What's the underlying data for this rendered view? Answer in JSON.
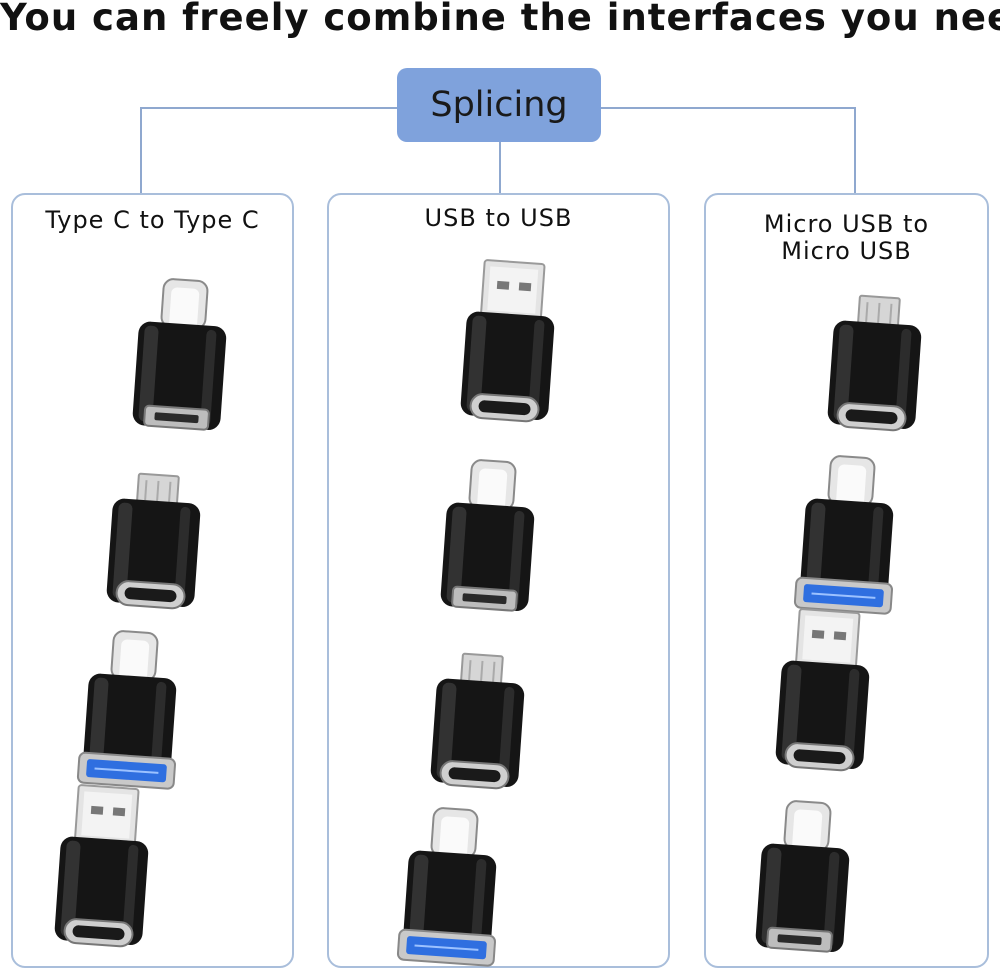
{
  "headline": "You can freely combine the interfaces you need",
  "root": {
    "label": "Splicing"
  },
  "columns": [
    {
      "title": "Type C to Type C",
      "adapters": [
        {
          "plug": "usbc",
          "port": "micro",
          "tilt": 4
        },
        {
          "plug": "micro",
          "port": "usbc",
          "tilt": 4
        },
        {
          "plug": "usbc",
          "port": "usba",
          "tilt": 4
        },
        {
          "plug": "usba",
          "port": "usbc",
          "tilt": 4
        }
      ]
    },
    {
      "title": "USB to USB",
      "adapters": [
        {
          "plug": "usba",
          "port": "usbc",
          "tilt": 4
        },
        {
          "plug": "usbc",
          "port": "micro",
          "tilt": 4
        },
        {
          "plug": "micro",
          "port": "usbc",
          "tilt": 4
        },
        {
          "plug": "usbc",
          "port": "usba",
          "tilt": 4
        }
      ]
    },
    {
      "title": "Micro USB to\nMicro USB",
      "adapters": [
        {
          "plug": "micro",
          "port": "usbc",
          "tilt": 4
        },
        {
          "plug": "usbc",
          "port": "usba",
          "tilt": 4
        },
        {
          "plug": "usba",
          "port": "usbc",
          "tilt": 4
        },
        {
          "plug": "usbc",
          "port": "micro",
          "tilt": 4
        }
      ]
    }
  ],
  "colors": {
    "connector_line": "#8fa8cf",
    "column_border": "#a9bedb",
    "root_fill": "#7fa2dc",
    "usb3_blue": "#2f6fe0"
  }
}
